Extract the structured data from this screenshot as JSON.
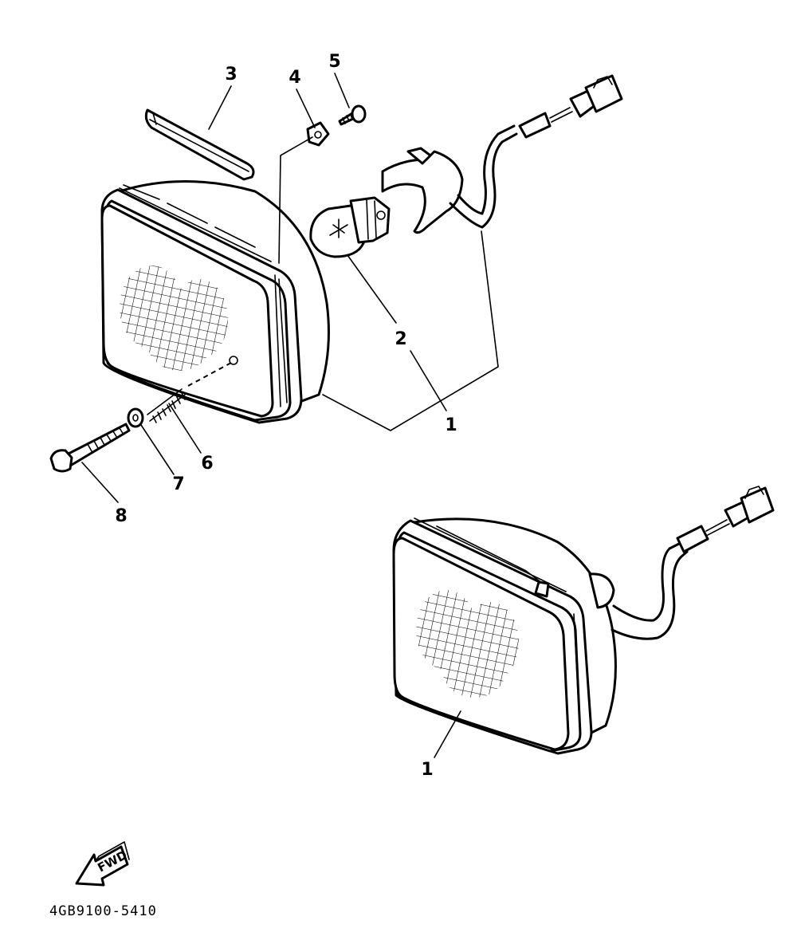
{
  "callouts": [
    {
      "id": "1",
      "text": "1"
    },
    {
      "id": "2",
      "text": "2"
    },
    {
      "id": "3",
      "text": "3"
    },
    {
      "id": "4",
      "text": "4"
    },
    {
      "id": "5",
      "text": "5"
    },
    {
      "id": "6",
      "text": "6"
    },
    {
      "id": "7",
      "text": "7"
    },
    {
      "id": "8",
      "text": "8"
    },
    {
      "id": "1b",
      "text": "1"
    }
  ],
  "direction_arrow": {
    "label": "FWD"
  },
  "part_code": "4GB9100-5410"
}
